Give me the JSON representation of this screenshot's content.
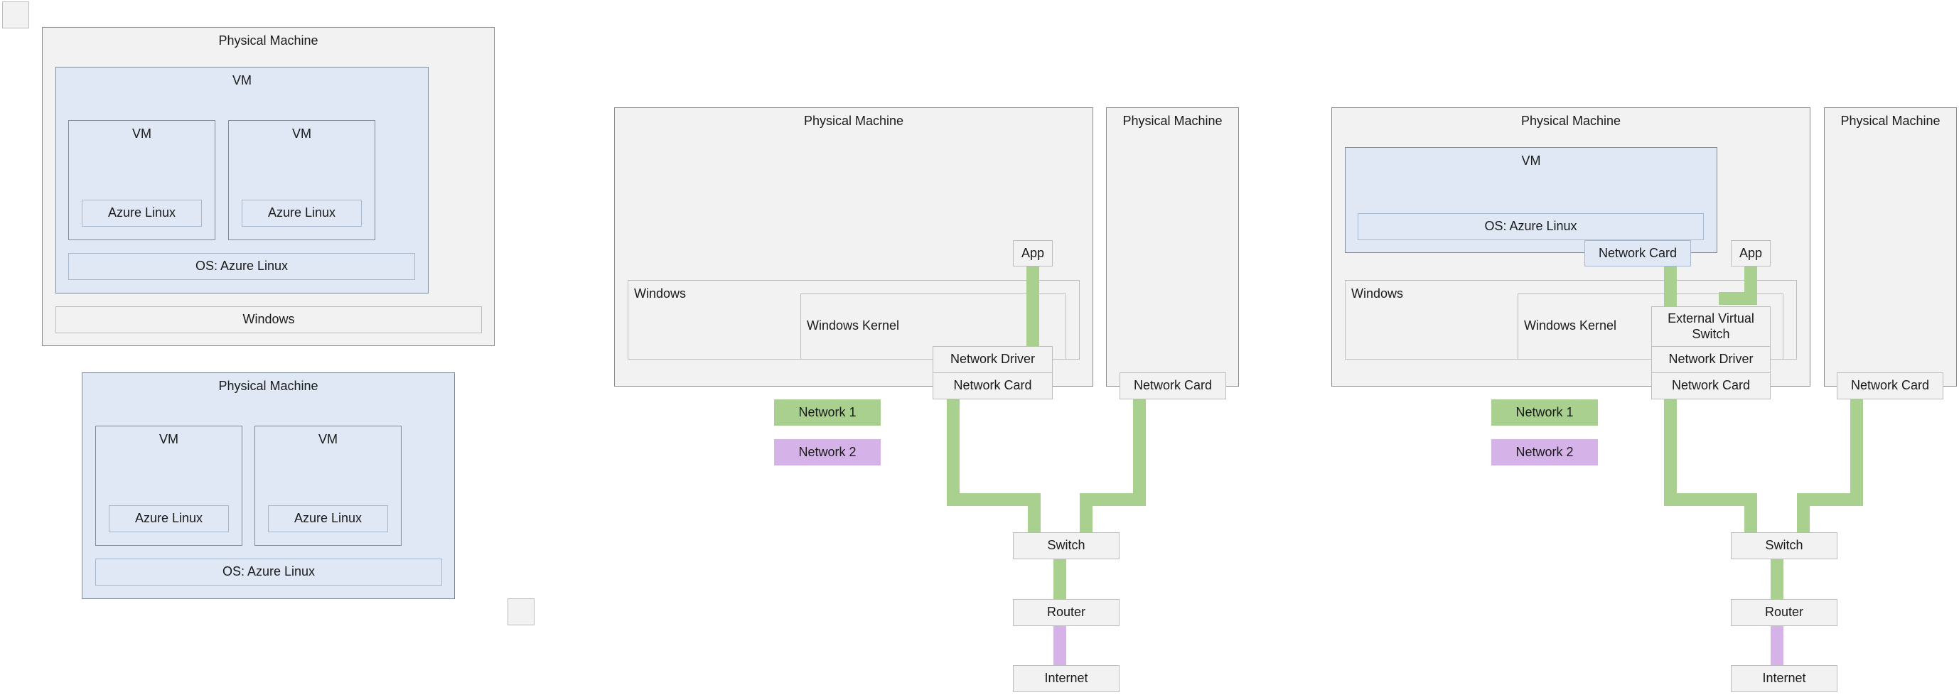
{
  "colors": {
    "network1": "#a9d08e",
    "network2": "#d5b3e8"
  },
  "top_left_diagram": {
    "physical_machine": "Physical Machine",
    "outer_vm": "VM",
    "vm_1": "VM",
    "vm_1_os": "Azure Linux",
    "vm_2": "VM",
    "vm_2_os": "Azure Linux",
    "host_os": "OS: Azure Linux",
    "windows": "Windows"
  },
  "bottom_left_diagram": {
    "physical_machine": "Physical Machine",
    "vm_1": "VM",
    "vm_1_os": "Azure Linux",
    "vm_2": "VM",
    "vm_2_os": "Azure Linux",
    "host_os": "OS: Azure Linux"
  },
  "middle_diagram": {
    "physical_machine_main": "Physical Machine",
    "physical_machine_side": "Physical Machine",
    "windows": "Windows",
    "windows_kernel": "Windows Kernel",
    "app": "App",
    "network_driver": "Network Driver",
    "network_card_main": "Network Card",
    "network_card_side": "Network Card",
    "switch": "Switch",
    "router": "Router",
    "internet": "Internet",
    "legend": [
      "Network 1",
      "Network 2"
    ]
  },
  "right_diagram": {
    "physical_machine_main": "Physical Machine",
    "physical_machine_side": "Physical Machine",
    "vm": "VM",
    "vm_os": "OS: Azure Linux",
    "vm_network_card": "Network Card",
    "windows": "Windows",
    "windows_kernel": "Windows Kernel",
    "app": "App",
    "external_virtual_switch": "External Virtual Switch",
    "network_driver": "Network Driver",
    "network_card_main": "Network Card",
    "network_card_side": "Network Card",
    "switch": "Switch",
    "router": "Router",
    "internet": "Internet",
    "legend": [
      "Network 1",
      "Network 2"
    ]
  }
}
